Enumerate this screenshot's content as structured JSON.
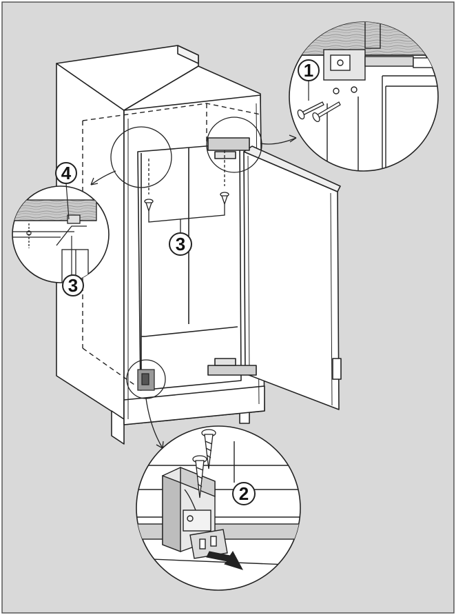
{
  "callouts": [
    {
      "id": "1",
      "label": "1"
    },
    {
      "id": "2",
      "label": "2"
    },
    {
      "id": "3a",
      "label": "3"
    },
    {
      "id": "3b",
      "label": "3"
    },
    {
      "id": "4",
      "label": "4"
    }
  ],
  "colors": {
    "background": "#d9d9d9",
    "panel": "#ffffff",
    "line": "#222222",
    "wood": "#bdbdbd",
    "metal": "#8c8c8c"
  }
}
